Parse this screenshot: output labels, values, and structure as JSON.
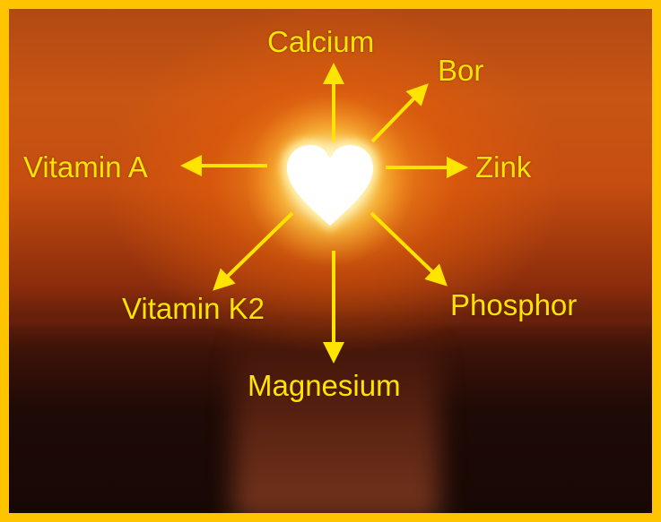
{
  "center": {
    "icon": "heart-icon"
  },
  "nutrients": [
    {
      "key": "calcium",
      "label": "Calcium"
    },
    {
      "key": "bor",
      "label": "Bor"
    },
    {
      "key": "zink",
      "label": "Zink"
    },
    {
      "key": "phosphor",
      "label": "Phosphor"
    },
    {
      "key": "magnesium",
      "label": "Magnesium"
    },
    {
      "key": "vitamin-k2",
      "label": "Vitamin K2"
    },
    {
      "key": "vitamin-a",
      "label": "Vitamin A"
    }
  ],
  "colors": {
    "frame": "#ffc400",
    "arrow": "#ffe400",
    "text": "#ffe400",
    "sky": "#c85514",
    "sea": "#1e0a06"
  }
}
